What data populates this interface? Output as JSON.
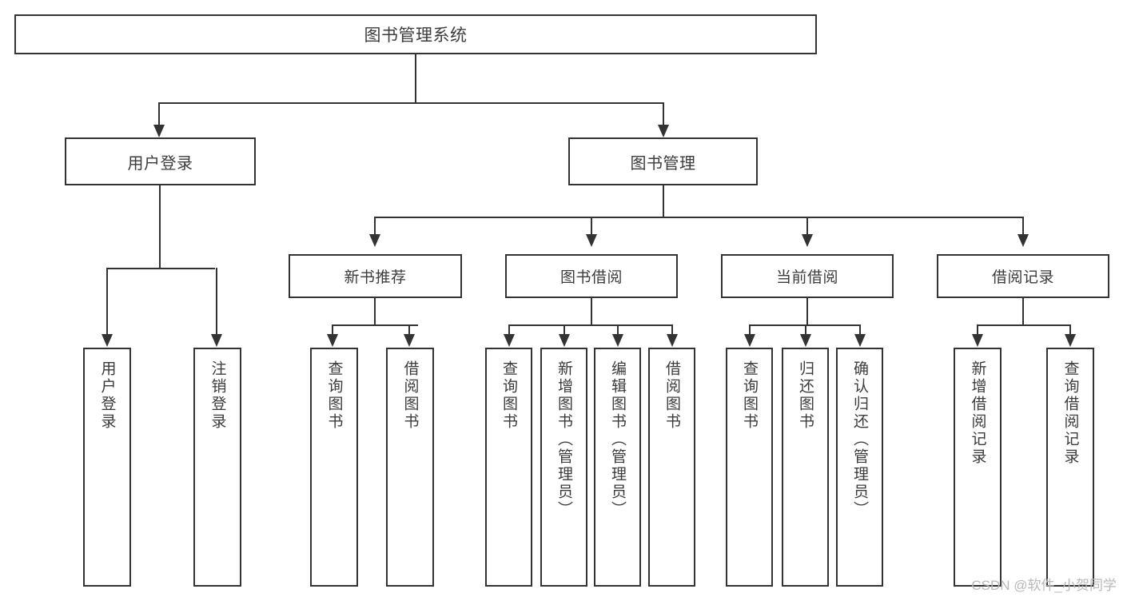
{
  "diagram": {
    "type": "tree",
    "title": "图书管理系统",
    "root": {
      "label": "图书管理系统"
    },
    "level2": [
      {
        "label": "用户登录"
      },
      {
        "label": "图书管理"
      }
    ],
    "level3": [
      {
        "label": "新书推荐"
      },
      {
        "label": "图书借阅"
      },
      {
        "label": "当前借阅"
      },
      {
        "label": "借阅记录"
      }
    ],
    "leaves": {
      "user_login": [
        {
          "label": "用户登录"
        },
        {
          "label": "注销登录"
        }
      ],
      "new_book_recommend": [
        {
          "label": "查询图书"
        },
        {
          "label": "借阅图书"
        }
      ],
      "book_borrow": [
        {
          "label": "查询图书"
        },
        {
          "label": "新增图书（管理员）"
        },
        {
          "label": "编辑图书（管理员）"
        },
        {
          "label": "借阅图书"
        }
      ],
      "current_borrow": [
        {
          "label": "查询图书"
        },
        {
          "label": "归还图书"
        },
        {
          "label": "确认归还（管理员）"
        }
      ],
      "borrow_record": [
        {
          "label": "新增借阅记录"
        },
        {
          "label": "查询借阅记录"
        }
      ]
    }
  },
  "watermark": {
    "text": "CSDN @软件_小贺同学"
  },
  "colors": {
    "stroke": "#333333",
    "text": "#3b3b3b",
    "background": "#ffffff",
    "watermark": "#b9b9b9"
  }
}
